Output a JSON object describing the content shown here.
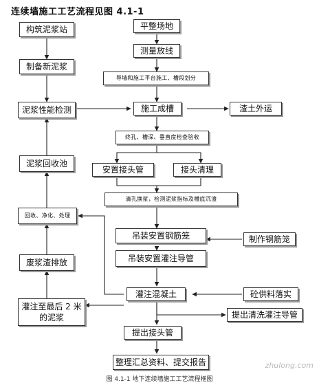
{
  "title": "连续墙施工工艺流程见图 4.1-1",
  "nodes": {
    "pingzheng": "平整场地",
    "celiang": "测量放线",
    "daoqiang": "导墙和施工平台施工、槽段划分",
    "shigong": "施工成槽",
    "zhatu": "渣土外运",
    "kongshen": "终孔、槽深、垂直度检查验收",
    "anzhuang": "安置接头管",
    "jietou_qingli": "接头清理",
    "qingkong": "清孔换浆，检测泥浆指标及槽底沉渣",
    "diaozhuang_gangjin": "吊装安置钢筋笼",
    "zhizuo_gangjin": "制作钢筋笼",
    "daozhuguan": "吊装安置灌注导管",
    "guanzhu": "灌注混凝土",
    "shagong": "砼供料落实",
    "tiqu_daoguan": "提出清洗灌注导管",
    "tiqu_jietou": "提出接头管",
    "zhengli": "整理汇总资料、提交报告",
    "gouzhu": "构筑泥浆站",
    "zhibei": "制备新泥浆",
    "xingneng": "泥浆性能检测",
    "huishou_chi": "泥浆回收池",
    "huishou_jinghua": "回收、净化、处理",
    "feijiang": "废浆渣排放",
    "guanzhu_zuihou": "灌注至最后 2 米的泥浆"
  },
  "caption": "图 4.1-1    地下连续墙施工工艺流程框图",
  "watermark": "zhulong.com"
}
